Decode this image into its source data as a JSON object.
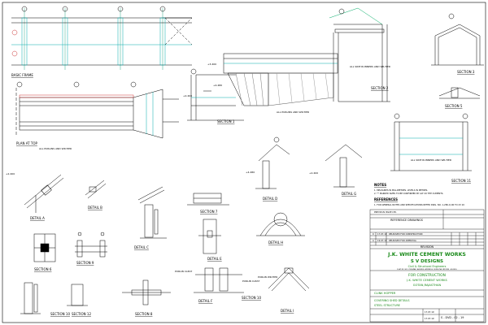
{
  "views": {
    "basic_frame": "BASIC FRAME",
    "plan_at_top": "PLAN AT TOP",
    "section_1": "SECTION 1",
    "section_2": "SECTION 2",
    "section_3": "SECTION 3",
    "section_5": "SECTION 5",
    "section_6": "SECTION 6",
    "section_7": "SECTION 7",
    "section_8": "SECTION 8",
    "section_9": "SECTION 9",
    "section_10": "SECTION 10",
    "section_11": "SECTION 11",
    "section_12": "SECTION 12",
    "detail_a": "DETAIL A",
    "detail_b": "DETAIL B",
    "detail_c": "DETAIL C",
    "detail_d": "DETAIL D",
    "detail_e": "DETAIL E",
    "detail_f": "DETAIL F",
    "detail_g": "DETAIL G",
    "detail_h": "DETAIL H",
    "detail_i": "DETAIL I"
  },
  "annotations": {
    "level_1": "+2.400",
    "level_2": "+3.400",
    "level_3": "+4.480",
    "level_4": "+4.480",
    "level_5": "+2.400",
    "level_6": "+2.400",
    "purlins_note": "ALL PURLINS AND WR-TIER",
    "purlins_note_2": "ALL SIDE RUNNERS AND WR-TIER",
    "top_note_1": "ALL SIDE RUNNERS AND WR-TIER",
    "purlin_cleat_1": "PURLIN CLEAT",
    "purlin_cleat_2": "PURLIN CLEAT",
    "purlin_wr": "PURLIN WR-TIER"
  },
  "notes": {
    "heading": "NOTES",
    "line_1": "1. MEASURES IN MILLIMETRES, LEVELS IN METRES.",
    "line_2": "2. ** MARKED SIZES TO BE CONFIRMED BY ALT 20 THE CUMENTS.",
    "refs_heading": "REFERENCES",
    "refs_line": "1. FOR GENERAL NOTES AND SPECIFICATIONS REFER DWG. NO. 1-280-Q.06 TO 23 10"
  },
  "title_block": {
    "ref_drawings": "REFERENCE DRAWINGS",
    "rev_rows": [
      {
        "rev": "0",
        "date": "17.07.19",
        "desc": "RELEASED FOR CONSTRUCTION"
      },
      {
        "rev": "A",
        "date": "19.07.19",
        "desc": "RELEASED FOR APPROVAL"
      }
    ],
    "prem_row": "PREVIOUS ISSUE LTD.",
    "revision": "REVISION",
    "client": "J.K. WHITE CEMENT WORKS",
    "firm": "S V DESIGNS",
    "firm_sub": "Civil & Structural Engineers",
    "firm_addr": "FLAT NO 301, PUSHPAK, AVENUE, ADDRESS, SUKHLIYA, INDORE - 452016",
    "status": "FOR CONSTRUCTION",
    "project_1": "J.K. WHITE CEMENT WORKS",
    "project_2": "GOTAN,RAJASTHAN",
    "sheet_label": "CLINK HOPPER",
    "title_1": "COVERING SHED DETAILS",
    "title_2": "STEEL STRUCTURE",
    "date_1": "17.07.19",
    "date_2": "17.07.19",
    "drg_no": "S - DVD - 02 - 19"
  }
}
